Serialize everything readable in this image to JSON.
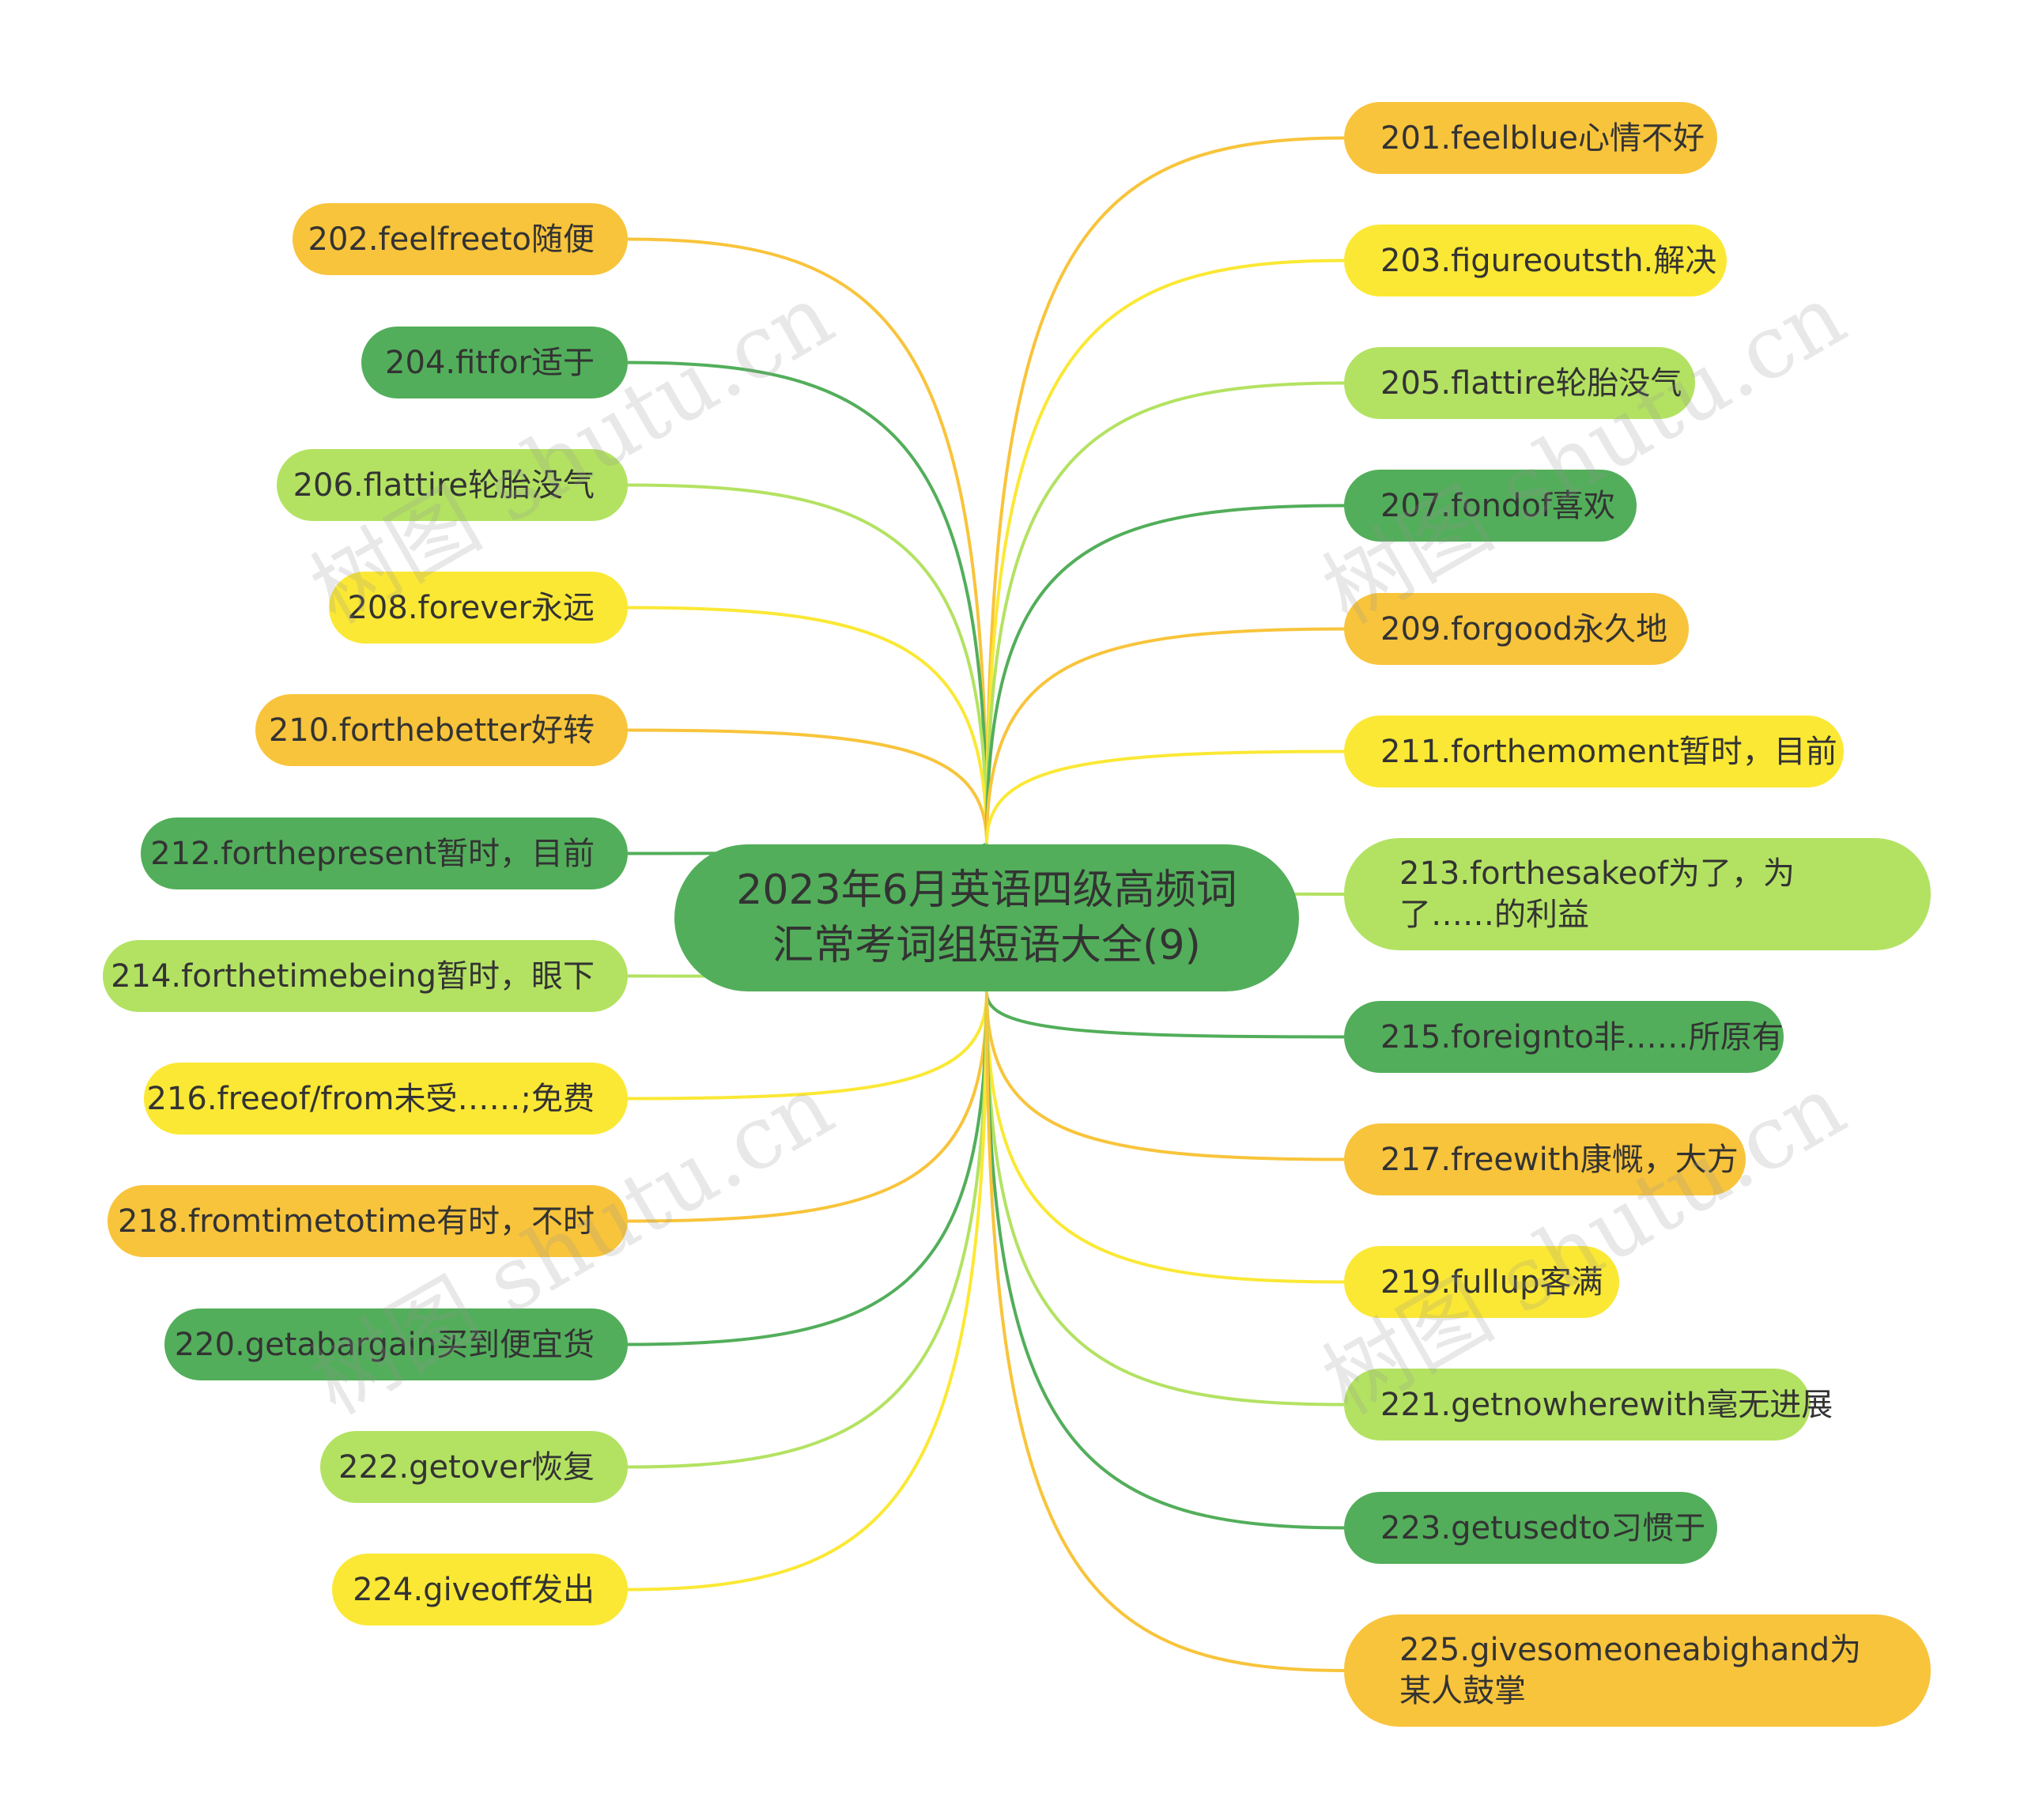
{
  "root": {
    "text": "2023年6月英语四级高频词汇常考词组短语大全(9)"
  },
  "colors": {
    "orange": "#F8C43B",
    "yellow": "#FBE834",
    "lime": "#B3E262",
    "green": "#52AE5A"
  },
  "left_nodes": [
    {
      "text": "202.feelfreeto随便",
      "color": "orange"
    },
    {
      "text": "204.fitfor适于",
      "color": "green"
    },
    {
      "text": "206.flattire轮胎没气",
      "color": "lime"
    },
    {
      "text": "208.forever永远",
      "color": "yellow"
    },
    {
      "text": "210.forthebetter好转",
      "color": "orange"
    },
    {
      "text": "212.forthepresent暂时，目前",
      "color": "green"
    },
    {
      "text": "214.forthetimebeing暂时，眼下",
      "color": "lime"
    },
    {
      "text": "216.freeof/from未受……;免费",
      "color": "yellow"
    },
    {
      "text": "218.fromtimetotime有时，不时",
      "color": "orange"
    },
    {
      "text": "220.getabargain买到便宜货",
      "color": "green"
    },
    {
      "text": "222.getover恢复",
      "color": "lime"
    },
    {
      "text": "224.giveoff发出",
      "color": "yellow"
    }
  ],
  "right_nodes": [
    {
      "text": "201.feelblue心情不好",
      "color": "orange"
    },
    {
      "text": "203.figureoutsth.解决",
      "color": "yellow"
    },
    {
      "text": "205.flattire轮胎没气",
      "color": "lime"
    },
    {
      "text": "207.fondof喜欢",
      "color": "green"
    },
    {
      "text": "209.forgood永久地",
      "color": "orange"
    },
    {
      "text": "211.forthemoment暂时，目前",
      "color": "yellow"
    },
    {
      "text": "213.forthesakeof为了，为了……的利益",
      "color": "lime"
    },
    {
      "text": "215.foreignto非……所原有",
      "color": "green"
    },
    {
      "text": "217.freewith康慨，大方",
      "color": "orange"
    },
    {
      "text": "219.fullup客满",
      "color": "yellow"
    },
    {
      "text": "221.getnowherewith毫无进展",
      "color": "lime"
    },
    {
      "text": "223.getusedto习惯于",
      "color": "green"
    },
    {
      "text": "225.givesomeoneabighand为某人鼓掌",
      "color": "orange"
    }
  ],
  "watermark": "树图 shutu.cn"
}
